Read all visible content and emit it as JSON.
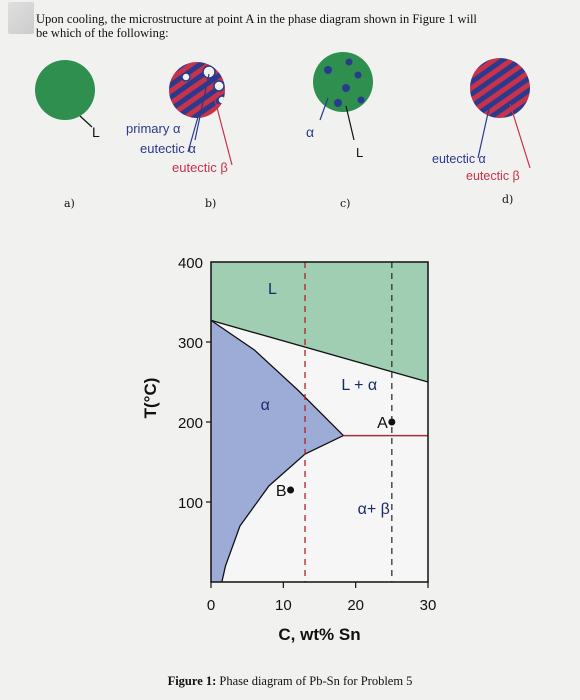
{
  "question": {
    "line1": "Upon cooling, the microstructure at point A in the phase diagram shown in Figure 1 will",
    "line2": "be which of the following:"
  },
  "options": [
    {
      "letter": "a)",
      "labels": [
        "L"
      ]
    },
    {
      "letter": "b)",
      "labels": [
        "primary α",
        "eutectic α",
        "eutectic β"
      ]
    },
    {
      "letter": "c)",
      "labels": [
        "α",
        "L"
      ]
    },
    {
      "letter": "d)",
      "labels": [
        "eutectic α",
        "eutectic β"
      ]
    }
  ],
  "chart_data": {
    "type": "phase-diagram",
    "title": "",
    "xlabel": "C, wt% Sn",
    "ylabel": "T(°C)",
    "xlim": [
      0,
      30
    ],
    "ylim": [
      0,
      400
    ],
    "xticks": [
      0,
      10,
      20,
      30
    ],
    "yticks": [
      100,
      200,
      300
    ],
    "y_top_label": "400",
    "regions": [
      {
        "name": "L",
        "label": "L"
      },
      {
        "name": "alpha",
        "label": "α"
      },
      {
        "name": "L+alpha",
        "label": "L + α"
      },
      {
        "name": "alpha+beta",
        "label": "α+ β"
      }
    ],
    "boundaries": {
      "liquidus": [
        [
          0,
          327
        ],
        [
          30,
          250
        ]
      ],
      "solidus": [
        [
          0,
          327
        ],
        [
          6,
          290
        ],
        [
          12,
          240
        ],
        [
          18.3,
          183
        ]
      ],
      "solvus": [
        [
          18.3,
          183
        ],
        [
          13,
          160
        ],
        [
          8,
          120
        ],
        [
          4,
          70
        ],
        [
          2,
          20
        ],
        [
          1.5,
          0
        ]
      ],
      "eutectic": {
        "T": 183,
        "x_from": 18.3,
        "x_to": 30
      }
    },
    "points": [
      {
        "name": "A",
        "x": 25,
        "T": 200
      },
      {
        "name": "B",
        "x": 11,
        "T": 115
      }
    ],
    "guide_lines_x": [
      13,
      25
    ],
    "colors": {
      "liquid": "#8fc7a6",
      "alpha": "#8c9fd1",
      "eutectic_line": "#a03040",
      "dash": "#b02020"
    }
  },
  "figure_caption": {
    "bold": "Figure 1:",
    "text": " Phase diagram of Pb-Sn for Problem 5"
  }
}
